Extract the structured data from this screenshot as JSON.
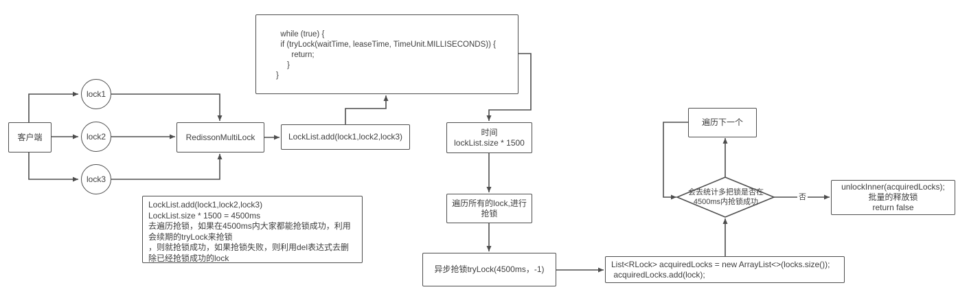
{
  "palette": {
    "line": "#4d4d4d",
    "text": "#3d3d3d",
    "background": "#ffffff"
  },
  "nodes": {
    "code_block": {
      "text": "  while (true) {\n  if (tryLock(waitTime, leaseTime, TimeUnit.MILLISECONDS)) {\n       return;\n     }\n}"
    },
    "client": {
      "label": "客户端"
    },
    "lock1": {
      "label": "lock1"
    },
    "lock2": {
      "label": "lock2"
    },
    "lock3": {
      "label": "lock3"
    },
    "multilock": {
      "label": "RedissonMultiLock"
    },
    "locklist_add": {
      "label": "LockList.add(lock1,lock2,lock3)"
    },
    "time": {
      "label": "时间\nlockList.size * 1500"
    },
    "traverse": {
      "label": "遍历所有的lock,进行\n抢锁"
    },
    "async_try": {
      "label": "异步抢锁tryLock(4500ms，-1)"
    },
    "acquired_list": {
      "text": "List<RLock> acquiredLocks = new ArrayList<>(locks.size());\n acquiredLocks.add(lock);"
    },
    "next": {
      "label": "遍历下一个"
    },
    "decision": {
      "label": "会去统计多把锁是否在\n4500ms内抢锁成功"
    },
    "unlock": {
      "text": "unlockInner(acquiredLocks);\n批量的释放锁\nreturn false"
    },
    "note": {
      "text": "LockList.add(lock1,lock2,lock3)\nLockList.size * 1500 = 4500ms\n去遍历抢锁，如果在4500ms内大家都能抢锁成功，利用会续期的tryLock来抢锁\n，则就抢锁成功，如果抢锁失败，则利用del表达式去删除已经抢锁成功的lock"
    }
  },
  "edges": {
    "no_label": "否"
  }
}
